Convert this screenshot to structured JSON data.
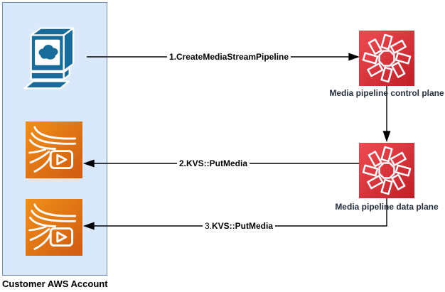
{
  "diagram": {
    "account_group": {
      "label": "Customer AWS Account",
      "fill": "#DAE8FC",
      "stroke": "#6C8EBF"
    },
    "nodes": {
      "client": {
        "icon": "client-workstation-cloud-icon",
        "color": "#176C99"
      },
      "kvs_top": {
        "icon": "kinesis-video-streams-icon",
        "color_from": "#F09018",
        "color_to": "#D05A12"
      },
      "kvs_bottom": {
        "icon": "kinesis-video-streams-icon",
        "color_from": "#F09018",
        "color_to": "#D05A12"
      },
      "control_plane": {
        "label": "Media pipeline control plane",
        "icon": "chime-media-pipeline-icon",
        "color_from": "#EF4B52",
        "color_to": "#C01F27",
        "label_color": "#232F3E"
      },
      "data_plane": {
        "label": "Media pipeline data plane",
        "icon": "chime-media-pipeline-icon",
        "color_from": "#EF4B52",
        "color_to": "#C01F27",
        "label_color": "#232F3E"
      }
    },
    "edges": {
      "create_pipeline": {
        "label": "1.CreateMediaStreamPipeline",
        "from": "client",
        "to": "control_plane"
      },
      "control_to_data": {
        "label": "",
        "from": "control_plane",
        "to": "data_plane"
      },
      "put_media_2": {
        "label": "2.KVS::PutMedia",
        "from": "data_plane",
        "to": "kvs_top"
      },
      "put_media_3": {
        "prefix": "3.",
        "label": "KVS::PutMedia",
        "from": "data_plane",
        "to": "kvs_bottom"
      }
    },
    "edge_color": "#000000"
  }
}
